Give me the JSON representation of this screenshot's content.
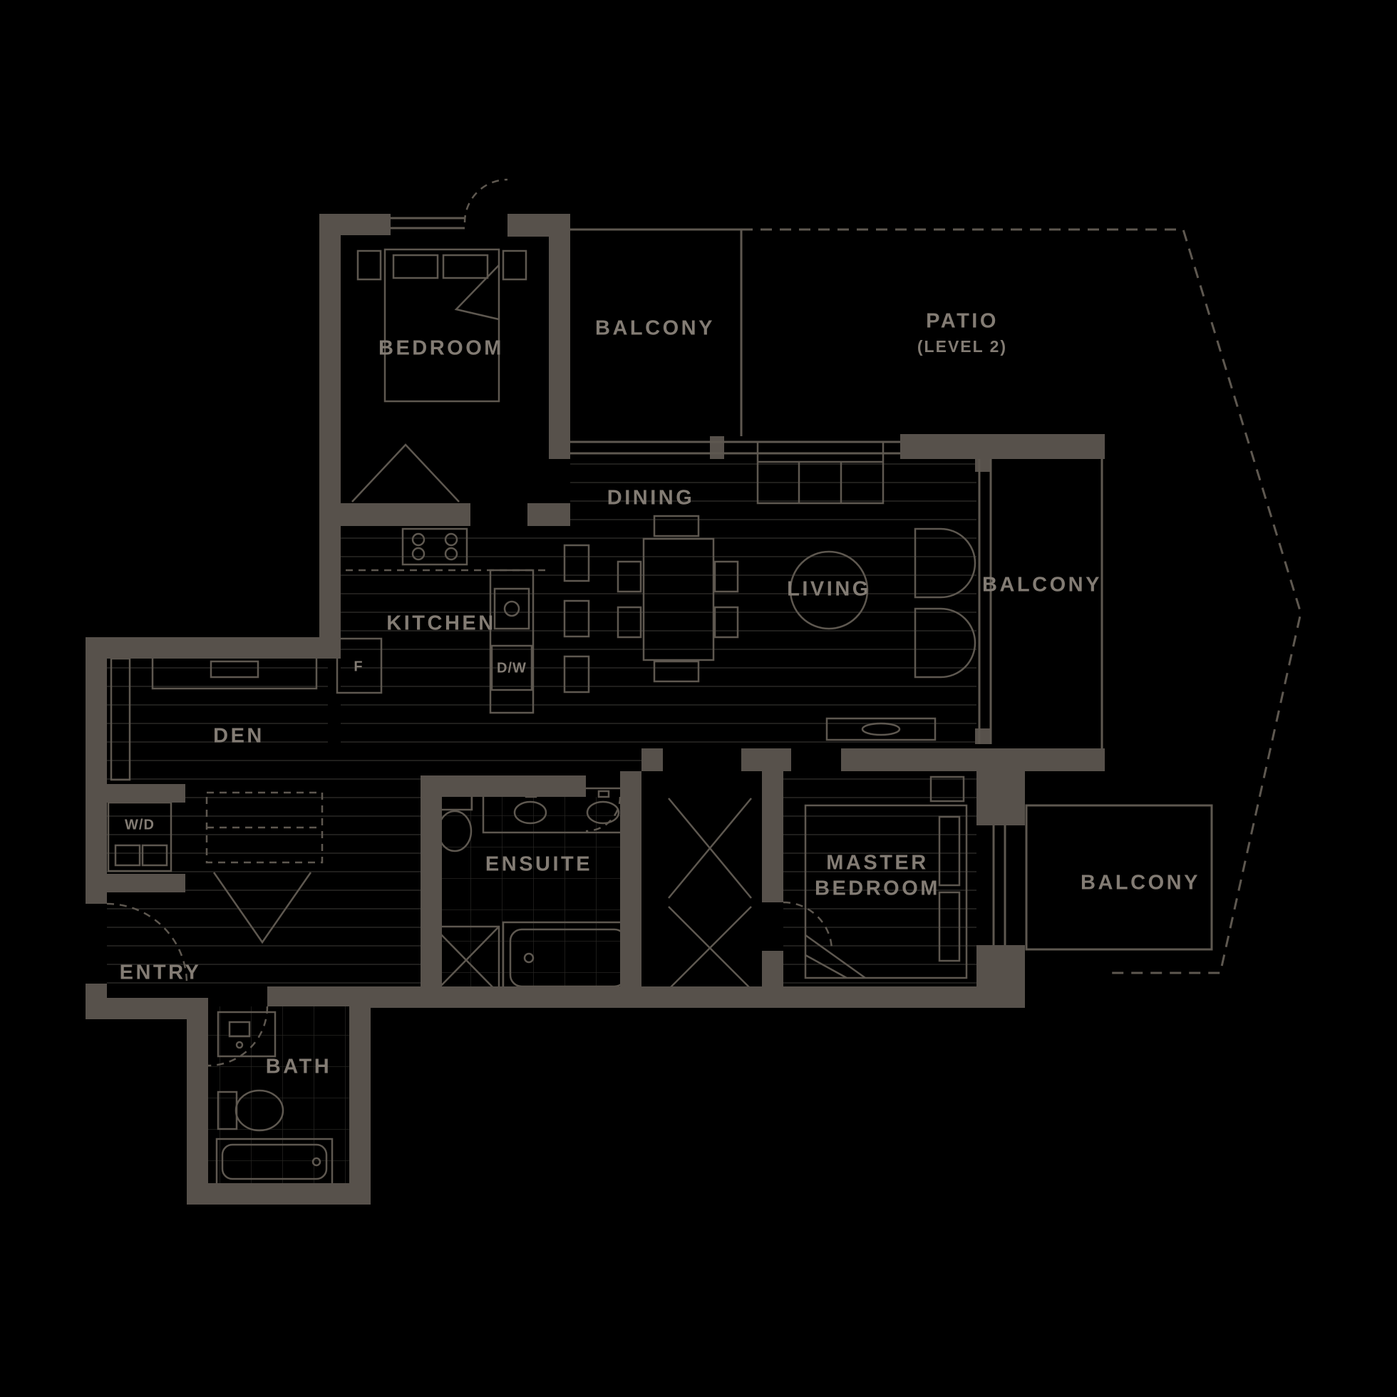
{
  "floorplan": {
    "labels": {
      "bedroom": "BEDROOM",
      "balcony_top": "BALCONY",
      "patio_title": "PATIO",
      "patio_subtitle": "(LEVEL 2)",
      "dining": "DINING",
      "living": "LIVING",
      "balcony_right": "BALCONY",
      "kitchen": "KITCHEN",
      "den": "DEN",
      "ensuite": "ENSUITE",
      "master_bedroom_line1": "MASTER",
      "master_bedroom_line2": "BEDROOM",
      "balcony_lower": "BALCONY",
      "entry": "ENTRY",
      "bath": "BATH",
      "fridge": "F",
      "dishwasher": "D/W",
      "washer_dryer": "W/D"
    }
  },
  "colors": {
    "background": "#000000",
    "wall": "#57514B",
    "line": "#5E5850",
    "label": "#837C74",
    "floor-line": "#1F1E1C",
    "tile-line": "#262421"
  }
}
